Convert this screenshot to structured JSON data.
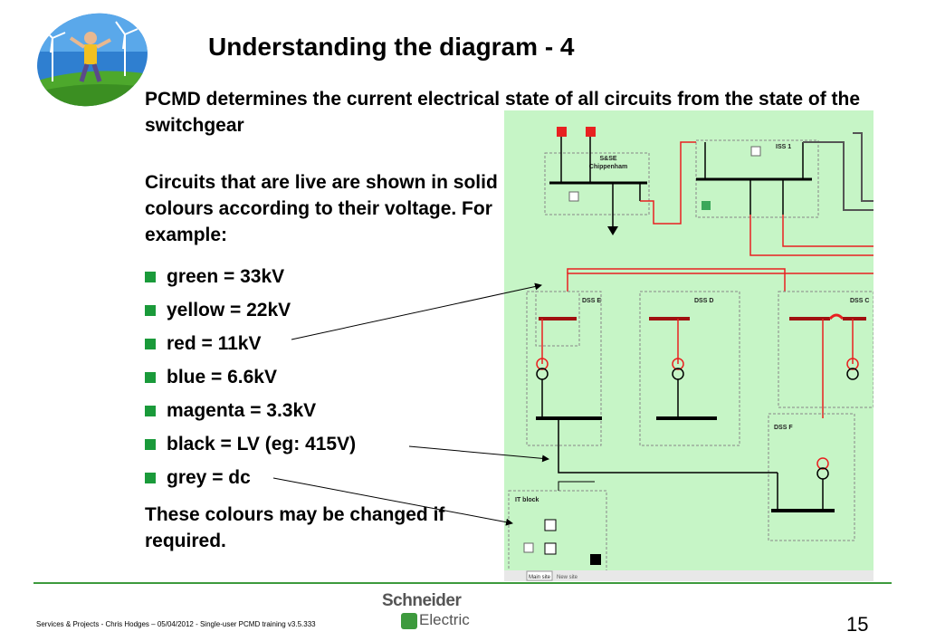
{
  "slide": {
    "title": "Understanding the diagram - 4",
    "intro": "PCMD determines the current electrical state of all circuits from the state of the switchgear",
    "live_text": "Circuits that are live are shown in solid colours according to their voltage.  For example:",
    "colour_items": [
      "green = 33kV",
      "yellow = 22kV",
      "red = 11kV",
      "blue = 6.6kV",
      "magenta = 3.3kV",
      "black = LV (eg: 415V)",
      "grey = dc"
    ],
    "changed_text": "These colours may be changed if required.",
    "page_number": "15"
  },
  "footer": {
    "text": "Services & Projects - Chris Hodges – 05/04/2012 - Single-user PCMD training v3.5.333",
    "logo_top": "Schneider",
    "logo_bottom": "Electric"
  },
  "diagram": {
    "labels": {
      "sse": "S&SE",
      "chippenham": "Chippenham",
      "iss1": "ISS 1",
      "dsse": "DSS E",
      "dssd": "DSS D",
      "dssc": "DSS C",
      "dssf": "DSS F",
      "itblock": "IT block"
    },
    "tabs": [
      "Main site",
      "New site"
    ]
  },
  "colors": {
    "live_11kv": "#e82020",
    "lv": "#000000",
    "panel_bg": "#c6f5c6",
    "bullet": "#1a9a3a",
    "footer_line": "#3d9a3d"
  }
}
